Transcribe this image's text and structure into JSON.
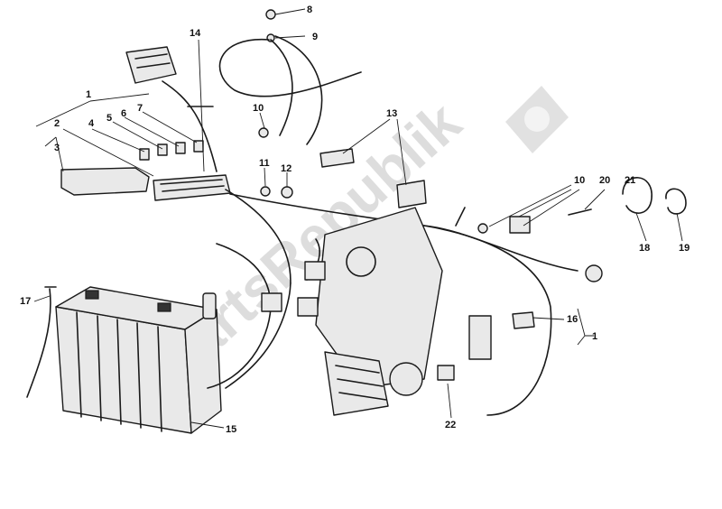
{
  "watermark": {
    "text": "PartsRepublik",
    "logo": "gear-in-diamond-icon"
  },
  "callouts": {
    "c1a": "1",
    "c2": "2",
    "c3": "3",
    "c4": "4",
    "c5": "5",
    "c6": "6",
    "c7": "7",
    "c8": "8",
    "c9": "9",
    "c10a": "10",
    "c10b": "10",
    "c11": "11",
    "c12": "12",
    "c13": "13",
    "c14": "14",
    "c15": "15",
    "c16": "16",
    "c1b": "1",
    "c17": "17",
    "c18": "18",
    "c19": "19",
    "c20": "20",
    "c21": "21",
    "c22": "22"
  }
}
